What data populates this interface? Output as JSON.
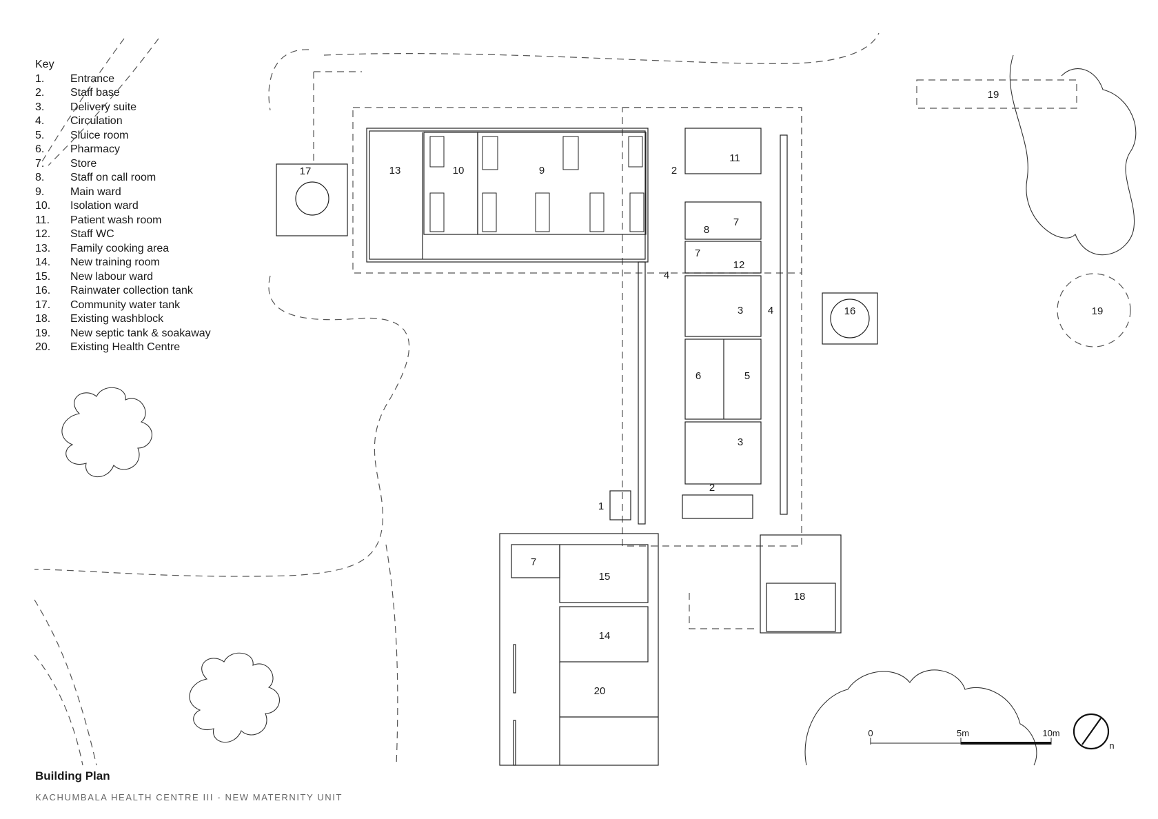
{
  "key": {
    "title": "Key",
    "items": [
      {
        "num": "1.",
        "label": "Entrance"
      },
      {
        "num": "2.",
        "label": "Staff base"
      },
      {
        "num": "3.",
        "label": "Delivery suite"
      },
      {
        "num": "4.",
        "label": "Circulation"
      },
      {
        "num": "5.",
        "label": "Sluice room"
      },
      {
        "num": "6.",
        "label": "Pharmacy"
      },
      {
        "num": "7.",
        "label": "Store"
      },
      {
        "num": "8.",
        "label": "Staff on call room"
      },
      {
        "num": "9.",
        "label": "Main ward"
      },
      {
        "num": "10.",
        "label": "Isolation ward"
      },
      {
        "num": "11.",
        "label": "Patient wash room"
      },
      {
        "num": "12.",
        "label": "Staff WC"
      },
      {
        "num": "13.",
        "label": "Family cooking area"
      },
      {
        "num": "14.",
        "label": "New training room"
      },
      {
        "num": "15.",
        "label": "New labour ward"
      },
      {
        "num": "16.",
        "label": "Rainwater collection tank"
      },
      {
        "num": "17.",
        "label": "Community water tank"
      },
      {
        "num": "18.",
        "label": "Existing washblock"
      },
      {
        "num": "19.",
        "label": "New septic tank & soakaway"
      },
      {
        "num": "20.",
        "label": "Existing Health Centre"
      }
    ]
  },
  "plan": {
    "room_labels": {
      "r13": "13",
      "r10": "10",
      "r9": "9",
      "r2a": "2",
      "r11": "11",
      "r17": "17",
      "r8": "8",
      "r7a": "7",
      "r7b": "7",
      "r12": "12",
      "r4a": "4",
      "r4b": "4",
      "r3a": "3",
      "r6": "6",
      "r5": "5",
      "r3b": "3",
      "r2b": "2",
      "r1": "1",
      "r7c": "7",
      "r15": "15",
      "r14": "14",
      "r20": "20",
      "r18": "18",
      "r16": "16",
      "r19a": "19",
      "r19b": "19"
    },
    "scale": {
      "zero": "0",
      "five": "5m",
      "ten": "10m"
    },
    "north": "n"
  },
  "title": "Building Plan",
  "subtitle": "KACHUMBALA HEALTH CENTRE III - NEW MATERNITY UNIT"
}
